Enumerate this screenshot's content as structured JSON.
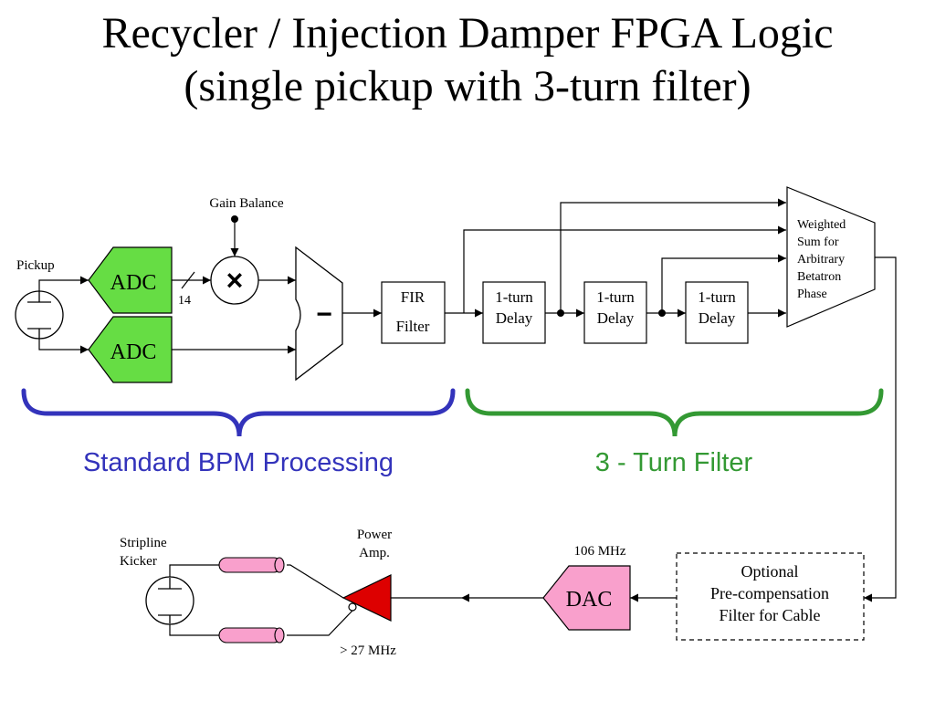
{
  "title": {
    "line1": "Recycler / Injection Damper FPGA Logic",
    "line2": "(single pickup with 3-turn filter)"
  },
  "diagram": {
    "pickup_label": "Pickup",
    "gain_balance_label": "Gain Balance",
    "adc_label": "ADC",
    "bit_width": "14",
    "multiply_symbol": "×",
    "subtract_symbol": "−",
    "fir_filter": [
      "FIR",
      "Filter"
    ],
    "delay_label": [
      "1-turn",
      "Delay"
    ],
    "weighted_sum": [
      "Weighted",
      "Sum for",
      "Arbitrary",
      "Betatron",
      "Phase"
    ],
    "standard_bpm_label": "Standard BPM Processing",
    "three_turn_label": "3 - Turn Filter",
    "stripline_kicker": [
      "Stripline",
      "Kicker"
    ],
    "power_amp": [
      "Power",
      "Amp."
    ],
    "bandwidth_label": "> 27 MHz",
    "dac_freq": "106 MHz",
    "dac_label": "DAC",
    "optional_filter": [
      "Optional",
      "Pre-compensation",
      "Filter for Cable"
    ]
  },
  "colors": {
    "adc_fill": "#66dd44",
    "dac_fill": "#f9a0cc",
    "kicker_fill": "#f9a0cc",
    "amp_fill": "#dd0000",
    "bpm_brace": "#3333bb",
    "turn_filter_brace": "#339933"
  }
}
